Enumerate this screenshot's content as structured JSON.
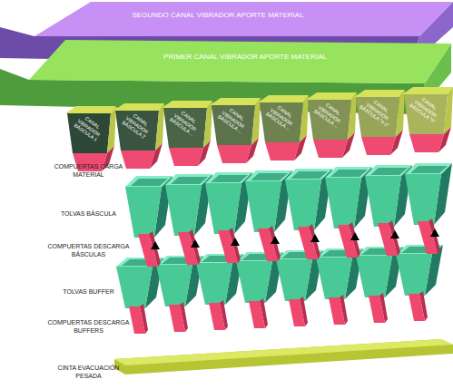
{
  "diagram": {
    "nodes": [
      {
        "text": [
          "SEGUNDO CANAL VIBRADOR APORTE MATERIAL"
        ]
      },
      {
        "text": [
          "PRIMER CANAL VIBRADOR APORTE MATERIAL"
        ]
      },
      {
        "text": [
          "CANAL VIBRADOR BÁSCULA 1"
        ]
      },
      {
        "text": [
          "CANAL VIBRADOR BÁSCULA 2"
        ]
      },
      {
        "text": [
          "CANAL VIBRADOR BÁSCULA ..."
        ]
      },
      {
        "text": [
          "CANAL VIBRADOR BÁSCULA ..."
        ]
      },
      {
        "text": [
          "CANAL VIBRADOR BÁSCULA ..."
        ]
      },
      {
        "text": [
          "CANAL VIBRADOR BÁSCULA ..."
        ]
      },
      {
        "text": [
          "CANAL VIBRADOR BÁSCULA \"n-1\""
        ]
      },
      {
        "text": [
          "CANAL VIBRADOR BÁSCULA \"n\""
        ]
      }
    ],
    "labels": [
      "COMPUERTAS CARGA MATERIAL",
      "TOLVAS BÁSCULA",
      "COMPUERTAS DESCARGA BÁSCULAS",
      "TOLVAS BUFFER",
      "COMPUERTAS DESCARGA BUFFERS",
      "CINTA EVACUACIÓN PESADA"
    ]
  }
}
